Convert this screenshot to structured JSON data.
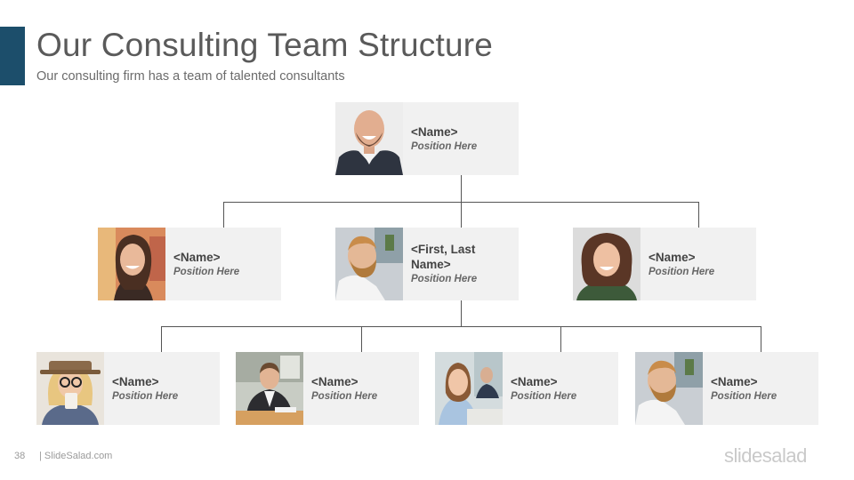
{
  "slide": {
    "title": "Our Consulting Team Structure",
    "subtitle": "Our consulting firm has a team of talented consultants",
    "page_number": "38",
    "footer_text": "| SlideSalad.com",
    "logo_text": "slidesalad",
    "accent_color": "#1c4e6b"
  },
  "org_chart": {
    "top": {
      "name": "<Name>",
      "position": "Position Here",
      "photo": "bald-smiling-man-photo"
    },
    "middle": [
      {
        "name": "<Name>",
        "position": "Position Here",
        "photo": "smiling-woman-photo"
      },
      {
        "name": "<First, Last Name>",
        "position": "Position Here",
        "photo": "bearded-man-photo"
      },
      {
        "name": "<Name>",
        "position": "Position Here",
        "photo": "curly-hair-woman-photo"
      }
    ],
    "bottom": [
      {
        "name": "<Name>",
        "position": "Position  Here",
        "photo": "woman-with-hat-and-cup-photo"
      },
      {
        "name": "<Name>",
        "position": "Position Here",
        "photo": "businessman-at-desk-photo"
      },
      {
        "name": "<Name>",
        "position": "Position Here",
        "photo": "businesswoman-in-office-photo"
      },
      {
        "name": "<Name>",
        "position": "Position Here",
        "photo": "bearded-man-photo"
      }
    ]
  }
}
